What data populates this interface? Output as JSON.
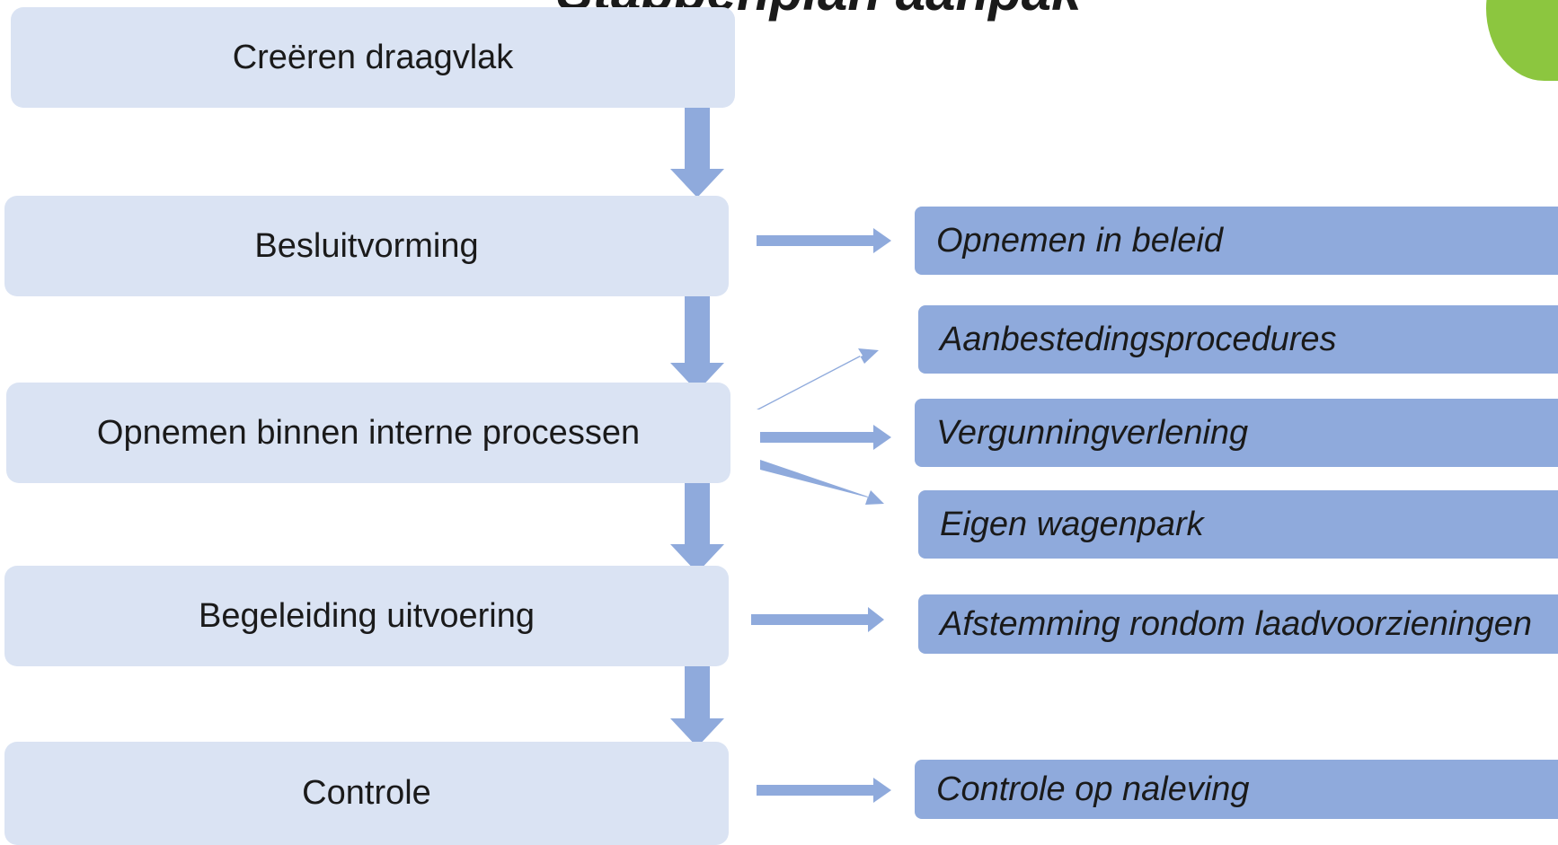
{
  "title_fragment": "Stappenplan aanpak",
  "steps": [
    "Creëren draagvlak",
    "Besluitvorming",
    "Opnemen binnen interne processen",
    "Begeleiding uitvoering",
    "Controle"
  ],
  "outcomes": [
    "Opnemen in beleid",
    "Aanbestedingsprocedures",
    "Vergunningverlening",
    "Eigen wagenpark",
    "Afstemming rondom laadvoorzieningen",
    "Controle op naleving"
  ],
  "colors": {
    "step_fill": "#dae3f3",
    "outcome_fill": "#8faadc",
    "arrow": "#8faadc",
    "accent": "#8cc63f"
  }
}
